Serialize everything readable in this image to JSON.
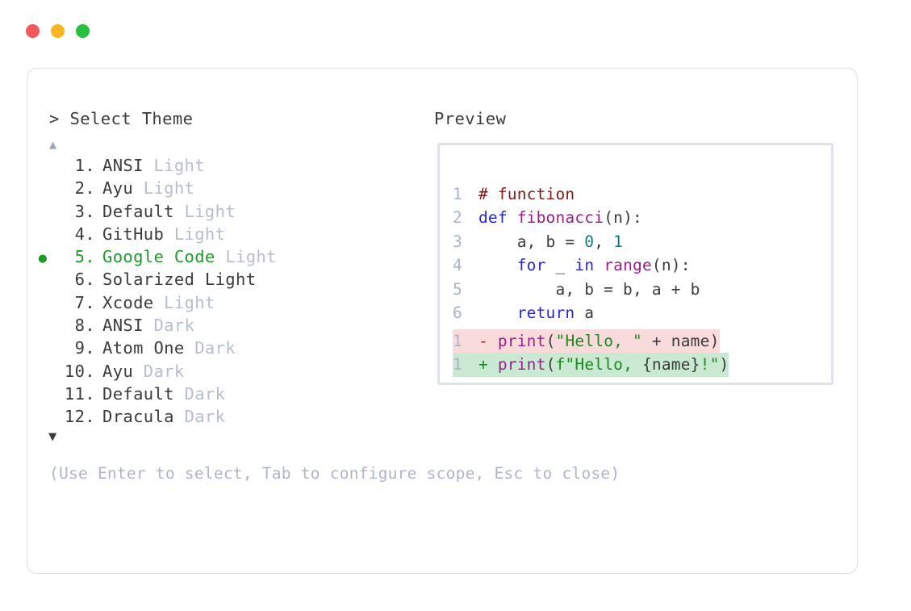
{
  "window": {
    "traffic_lights": [
      {
        "name": "close",
        "color": "#f2595b"
      },
      {
        "name": "minimize",
        "color": "#f5b723"
      },
      {
        "name": "maximize",
        "color": "#27c13d"
      }
    ]
  },
  "prompt": {
    "marker": ">",
    "title": "Select Theme"
  },
  "preview": {
    "header": "Preview"
  },
  "scroll": {
    "up_icon": "▲",
    "down_icon": "▼"
  },
  "selection": {
    "bullet": "●",
    "selected_index": 5,
    "accent_color": "#1d9a29"
  },
  "themes": [
    {
      "index": "1.",
      "name": "ANSI",
      "variant": "Light",
      "variant_dim": true,
      "selected": false
    },
    {
      "index": "2.",
      "name": "Ayu",
      "variant": "Light",
      "variant_dim": true,
      "selected": false
    },
    {
      "index": "3.",
      "name": "Default",
      "variant": "Light",
      "variant_dim": true,
      "selected": false
    },
    {
      "index": "4.",
      "name": "GitHub",
      "variant": "Light",
      "variant_dim": true,
      "selected": false
    },
    {
      "index": "5.",
      "name": "Google Code",
      "variant": "Light",
      "variant_dim": true,
      "selected": true
    },
    {
      "index": "6.",
      "name": "Solarized Light",
      "variant": "",
      "variant_dim": false,
      "selected": false
    },
    {
      "index": "7.",
      "name": "Xcode",
      "variant": "Light",
      "variant_dim": true,
      "selected": false
    },
    {
      "index": "8.",
      "name": "ANSI",
      "variant": "Dark",
      "variant_dim": true,
      "selected": false
    },
    {
      "index": "9.",
      "name": "Atom One",
      "variant": "Dark",
      "variant_dim": true,
      "selected": false
    },
    {
      "index": "10.",
      "name": "Ayu",
      "variant": "Dark",
      "variant_dim": true,
      "selected": false
    },
    {
      "index": "11.",
      "name": "Default",
      "variant": "Dark",
      "variant_dim": true,
      "selected": false
    },
    {
      "index": "12.",
      "name": "Dracula",
      "variant": "Dark",
      "variant_dim": true,
      "selected": false
    }
  ],
  "hint": "(Use Enter to select, Tab to configure scope, Esc to close)",
  "code": {
    "lines": [
      {
        "no": "1",
        "tokens": [
          {
            "t": "# function",
            "c": "tok-comment"
          }
        ]
      },
      {
        "no": "2",
        "tokens": [
          {
            "t": "def ",
            "c": "tok-kw"
          },
          {
            "t": "fibonacci",
            "c": "tok-fn"
          },
          {
            "t": "(n):",
            "c": "tok-plain"
          }
        ]
      },
      {
        "no": "3",
        "tokens": [
          {
            "t": "    a, b = ",
            "c": "tok-plain"
          },
          {
            "t": "0",
            "c": "tok-num"
          },
          {
            "t": ", ",
            "c": "tok-plain"
          },
          {
            "t": "1",
            "c": "tok-num"
          }
        ]
      },
      {
        "no": "4",
        "tokens": [
          {
            "t": "    ",
            "c": "tok-plain"
          },
          {
            "t": "for",
            "c": "tok-kw"
          },
          {
            "t": " _ ",
            "c": "tok-plain"
          },
          {
            "t": "in",
            "c": "tok-kw"
          },
          {
            "t": " ",
            "c": "tok-plain"
          },
          {
            "t": "range",
            "c": "tok-builtin"
          },
          {
            "t": "(n):",
            "c": "tok-plain"
          }
        ]
      },
      {
        "no": "5",
        "tokens": [
          {
            "t": "        a, b = b, a + b",
            "c": "tok-plain"
          }
        ]
      },
      {
        "no": "6",
        "tokens": [
          {
            "t": "    ",
            "c": "tok-plain"
          },
          {
            "t": "return",
            "c": "tok-kw"
          },
          {
            "t": " a",
            "c": "tok-plain"
          }
        ]
      }
    ]
  },
  "diff": {
    "removed": {
      "no": "1",
      "sign": "-",
      "bg_color": "#fadbdc",
      "tokens": [
        {
          "t": "print",
          "c": "tok-fn"
        },
        {
          "t": "(",
          "c": "tok-plain"
        },
        {
          "t": "\"Hello, \"",
          "c": "tok-str"
        },
        {
          "t": " + name)",
          "c": "tok-plain"
        }
      ]
    },
    "added": {
      "no": "1",
      "sign": "+",
      "bg_color": "#c9e9d2",
      "tokens": [
        {
          "t": "print",
          "c": "tok-fn"
        },
        {
          "t": "(",
          "c": "tok-plain"
        },
        {
          "t": "f\"Hello, ",
          "c": "tok-str"
        },
        {
          "t": "{name}",
          "c": "tok-plain"
        },
        {
          "t": "!\"",
          "c": "tok-str"
        },
        {
          "t": ")",
          "c": "tok-plain"
        }
      ]
    }
  }
}
